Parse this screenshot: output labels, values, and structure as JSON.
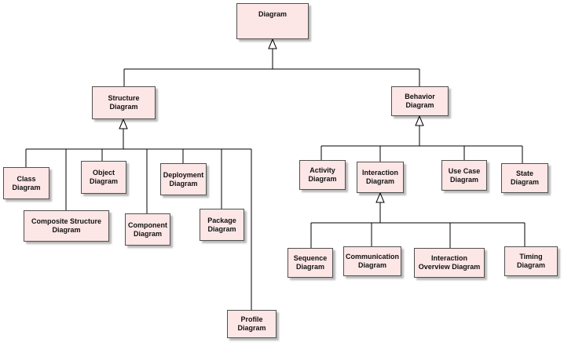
{
  "colors": {
    "node_fill": "#fde6e6",
    "node_border": "#505050",
    "line": "#000000"
  },
  "nodes": {
    "diagram": "Diagram",
    "structure": "Structure\nDiagram",
    "behavior": "Behavior\nDiagram",
    "class": "Class\nDiagram",
    "object": "Object\nDiagram",
    "deployment": "Deployment\nDiagram",
    "composite": "Composite Structure\nDiagram",
    "component": "Component\nDiagram",
    "package": "Package\nDiagram",
    "profile": "Profile\nDiagram",
    "activity": "Activity\nDiagram",
    "interaction": "Interaction\nDiagram",
    "usecase": "Use Case\nDiagram",
    "state": "State\nDiagram",
    "sequence": "Sequence\nDiagram",
    "communication": "Communication\nDiagram",
    "overview": "Interaction\nOverview Diagram",
    "timing": "Timing\nDiagram"
  }
}
